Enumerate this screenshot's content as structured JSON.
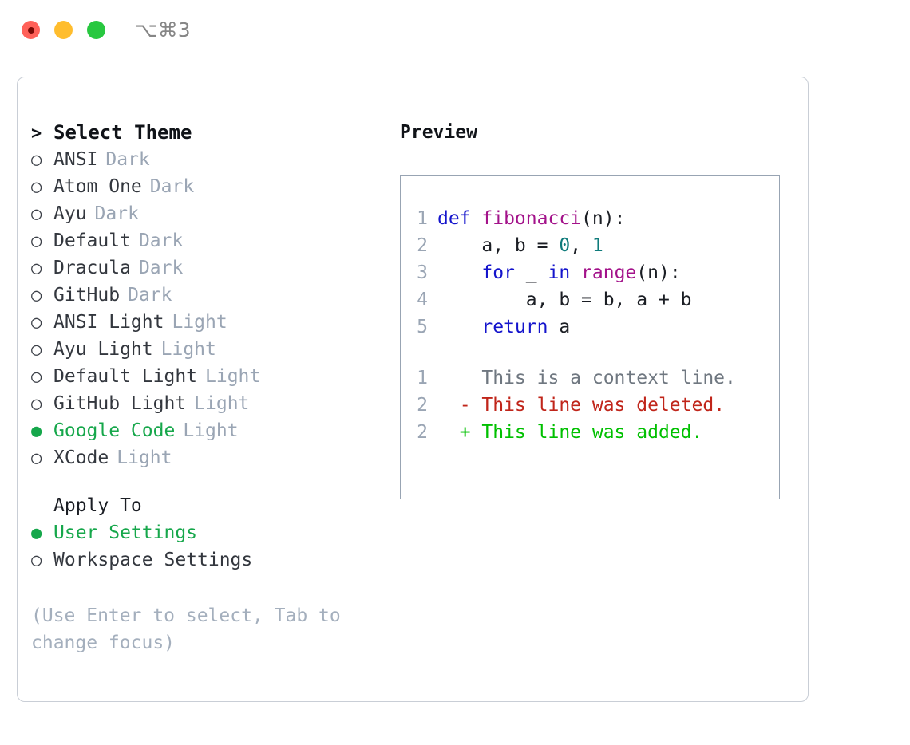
{
  "titlebar": {
    "shortcut": "⌥⌘3",
    "buttons": [
      {
        "name": "close",
        "color": "#ff6159"
      },
      {
        "name": "minimize",
        "color": "#ffbd2e"
      },
      {
        "name": "maximize",
        "color": "#28c840"
      }
    ]
  },
  "theme_picker": {
    "heading": "Select Theme",
    "caret": ">",
    "bullet_unselected": "○",
    "bullet_selected": "●",
    "items": [
      {
        "label": "ANSI",
        "tag": "Dark",
        "selected": false
      },
      {
        "label": "Atom One",
        "tag": "Dark",
        "selected": false
      },
      {
        "label": "Ayu",
        "tag": "Dark",
        "selected": false
      },
      {
        "label": "Default",
        "tag": "Dark",
        "selected": false
      },
      {
        "label": "Dracula",
        "tag": "Dark",
        "selected": false
      },
      {
        "label": "GitHub",
        "tag": "Dark",
        "selected": false
      },
      {
        "label": "ANSI Light",
        "tag": "Light",
        "selected": false
      },
      {
        "label": "Ayu Light",
        "tag": "Light",
        "selected": false
      },
      {
        "label": "Default Light",
        "tag": "Light",
        "selected": false
      },
      {
        "label": "GitHub Light",
        "tag": "Light",
        "selected": false
      },
      {
        "label": "Google Code",
        "tag": "Light",
        "selected": true
      },
      {
        "label": "XCode",
        "tag": "Light",
        "selected": false
      }
    ]
  },
  "apply_to": {
    "heading": "Apply To",
    "items": [
      {
        "label": "User Settings",
        "selected": true
      },
      {
        "label": "Workspace Settings",
        "selected": false
      }
    ]
  },
  "hint": "(Use Enter to select, Tab to change focus)",
  "preview": {
    "title": "Preview",
    "code_lines": [
      {
        "number": "1",
        "tokens": [
          {
            "text": "def ",
            "kind": "kw"
          },
          {
            "text": "fibonacci",
            "kind": "fn"
          },
          {
            "text": "(n):",
            "kind": "pl"
          }
        ]
      },
      {
        "number": "2",
        "tokens": [
          {
            "text": "    a, b = ",
            "kind": "pl"
          },
          {
            "text": "0",
            "kind": "num"
          },
          {
            "text": ", ",
            "kind": "pl"
          },
          {
            "text": "1",
            "kind": "num"
          }
        ]
      },
      {
        "number": "3",
        "tokens": [
          {
            "text": "    ",
            "kind": "pl"
          },
          {
            "text": "for",
            "kind": "kw"
          },
          {
            "text": " _ ",
            "kind": "pl"
          },
          {
            "text": "in",
            "kind": "kw"
          },
          {
            "text": " ",
            "kind": "pl"
          },
          {
            "text": "range",
            "kind": "fn"
          },
          {
            "text": "(n):",
            "kind": "pl"
          }
        ]
      },
      {
        "number": "4",
        "tokens": [
          {
            "text": "        a, b = b, a + b",
            "kind": "pl"
          }
        ]
      },
      {
        "number": "5",
        "tokens": [
          {
            "text": "    ",
            "kind": "pl"
          },
          {
            "text": "return",
            "kind": "kw"
          },
          {
            "text": " a",
            "kind": "pl"
          }
        ]
      }
    ],
    "diff_lines": [
      {
        "number": "1",
        "marker": " ",
        "text": " This is a context line.",
        "kind": "ctx"
      },
      {
        "number": "2",
        "marker": "-",
        "text": " This line was deleted.",
        "kind": "del"
      },
      {
        "number": "2",
        "marker": "+",
        "text": " This line was added.",
        "kind": "add"
      }
    ]
  },
  "colors": {
    "accent_green": "#16a74b",
    "tag_muted": "#9aa5b4",
    "hint": "#a4afbd",
    "keyword": "#1414cc",
    "function": "#a3128a",
    "number": "#0f7b7b",
    "diff_deleted": "#c0251a",
    "diff_added": "#00c000",
    "diff_context": "#6f7780",
    "panel_border": "#98a4b3",
    "card_border": "#c9ced6"
  }
}
